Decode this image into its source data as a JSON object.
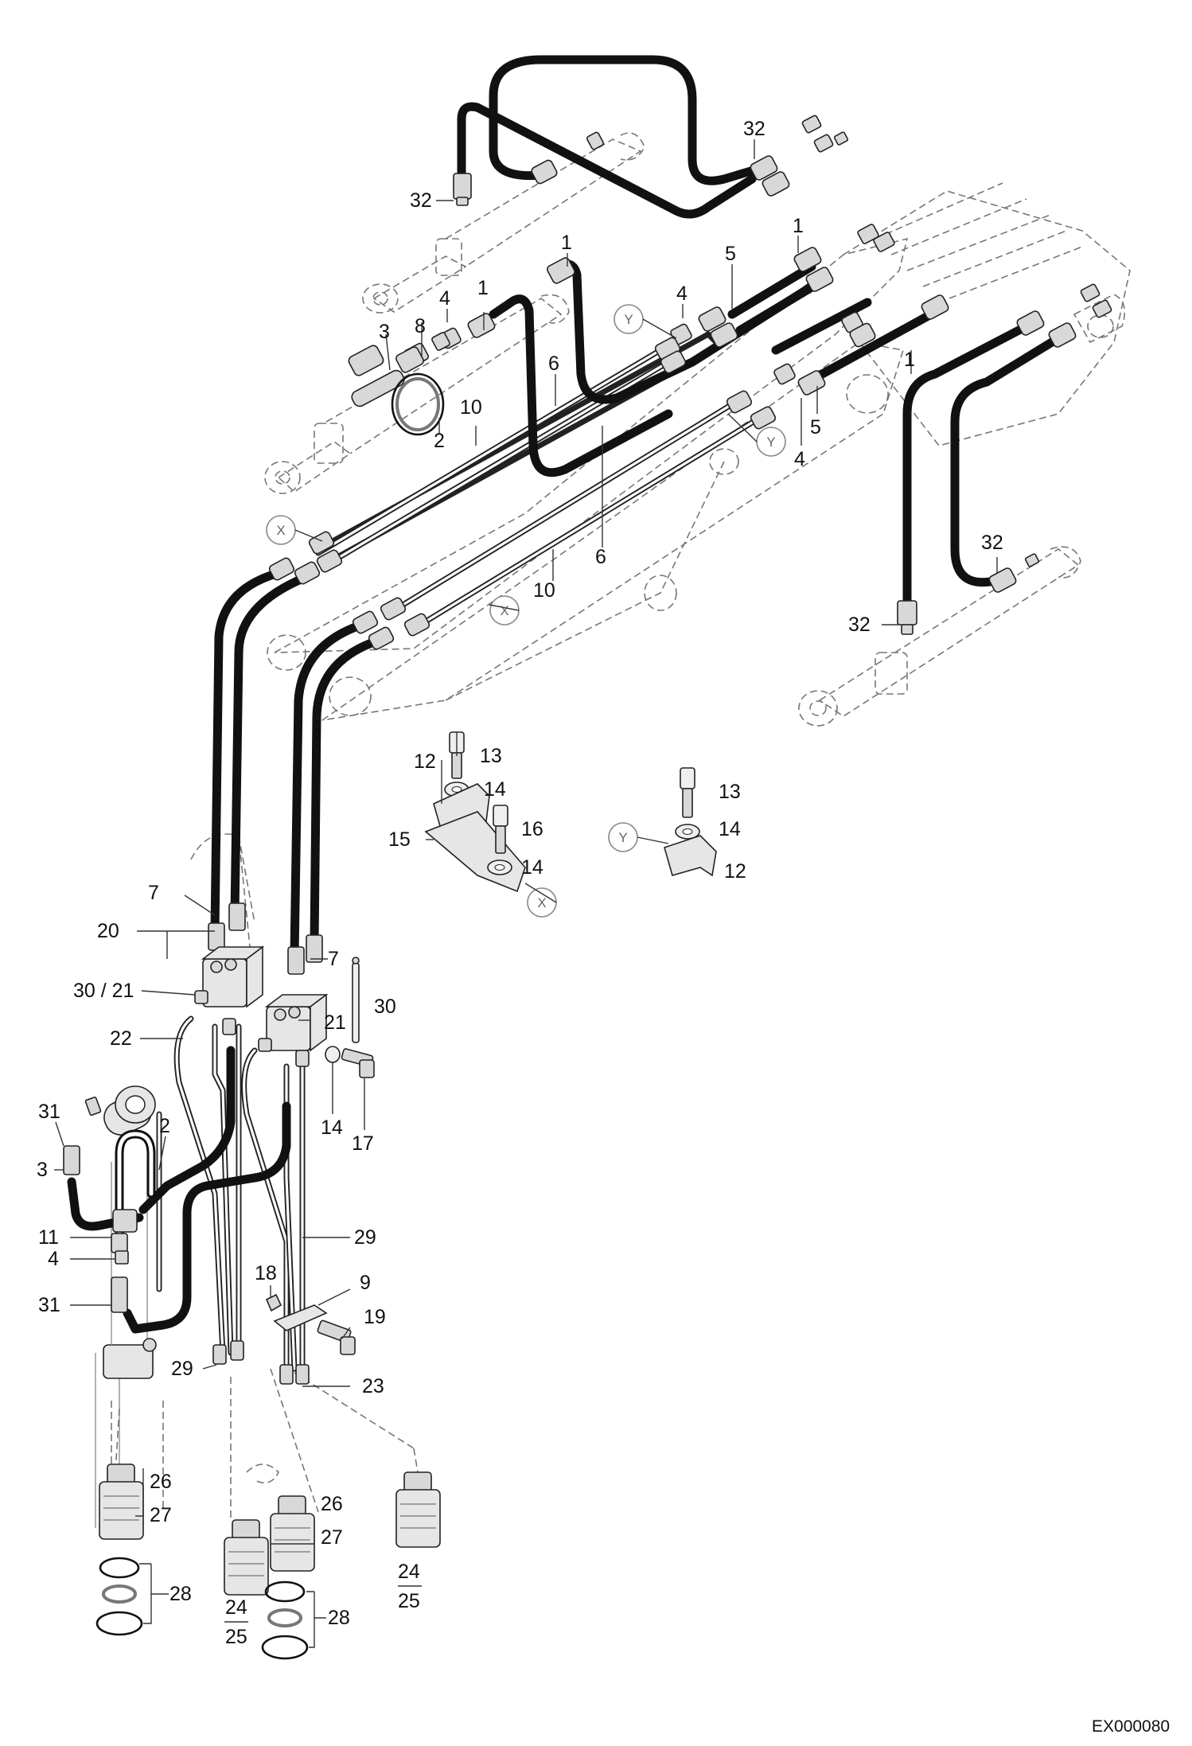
{
  "reference": "EX000080",
  "detail_markers": {
    "x": "X",
    "y": "Y"
  },
  "callouts": [
    {
      "id": "c1",
      "text": "32"
    },
    {
      "id": "c2",
      "text": "32"
    },
    {
      "id": "c3",
      "text": "1"
    },
    {
      "id": "c4",
      "text": "1"
    },
    {
      "id": "c5",
      "text": "5"
    },
    {
      "id": "c6",
      "text": "4"
    },
    {
      "id": "c7",
      "text": "1"
    },
    {
      "id": "c8",
      "text": "4"
    },
    {
      "id": "c9",
      "text": "8"
    },
    {
      "id": "c10",
      "text": "3"
    },
    {
      "id": "c11",
      "text": "6"
    },
    {
      "id": "c12",
      "text": "2"
    },
    {
      "id": "c13",
      "text": "10"
    },
    {
      "id": "c14",
      "text": "1"
    },
    {
      "id": "c15",
      "text": "5"
    },
    {
      "id": "c16",
      "text": "4"
    },
    {
      "id": "c17",
      "text": "6"
    },
    {
      "id": "c18",
      "text": "10"
    },
    {
      "id": "c19",
      "text": "32"
    },
    {
      "id": "c20",
      "text": "32"
    },
    {
      "id": "c21",
      "text": "13"
    },
    {
      "id": "c22",
      "text": "12"
    },
    {
      "id": "c23",
      "text": "14"
    },
    {
      "id": "c24",
      "text": "16"
    },
    {
      "id": "c25",
      "text": "15"
    },
    {
      "id": "c26",
      "text": "14"
    },
    {
      "id": "c27",
      "text": "13"
    },
    {
      "id": "c28",
      "text": "14"
    },
    {
      "id": "c29",
      "text": "12"
    },
    {
      "id": "c30",
      "text": "7"
    },
    {
      "id": "c31",
      "text": "20"
    },
    {
      "id": "c32",
      "text": "7"
    },
    {
      "id": "c33",
      "text": "30 / 21"
    },
    {
      "id": "c34",
      "text": "30"
    },
    {
      "id": "c35",
      "text": "21"
    },
    {
      "id": "c36",
      "text": "22"
    },
    {
      "id": "c37",
      "text": "31"
    },
    {
      "id": "c38",
      "text": "2"
    },
    {
      "id": "c39",
      "text": "3"
    },
    {
      "id": "c40",
      "text": "14"
    },
    {
      "id": "c41",
      "text": "17"
    },
    {
      "id": "c42",
      "text": "11"
    },
    {
      "id": "c43",
      "text": "4"
    },
    {
      "id": "c44",
      "text": "29"
    },
    {
      "id": "c45",
      "text": "18"
    },
    {
      "id": "c46",
      "text": "9"
    },
    {
      "id": "c47",
      "text": "19"
    },
    {
      "id": "c48",
      "text": "31"
    },
    {
      "id": "c49",
      "text": "29"
    },
    {
      "id": "c50",
      "text": "23"
    },
    {
      "id": "c51",
      "text": "26"
    },
    {
      "id": "c52",
      "text": "27"
    },
    {
      "id": "c53",
      "text": "26"
    },
    {
      "id": "c54",
      "text": "27"
    },
    {
      "id": "c55",
      "text": "28"
    },
    {
      "id": "c56",
      "text": "24"
    },
    {
      "id": "c57",
      "text": "25"
    },
    {
      "id": "c58",
      "text": "28"
    },
    {
      "id": "c59",
      "text": "24"
    },
    {
      "id": "c60",
      "text": "25"
    }
  ]
}
